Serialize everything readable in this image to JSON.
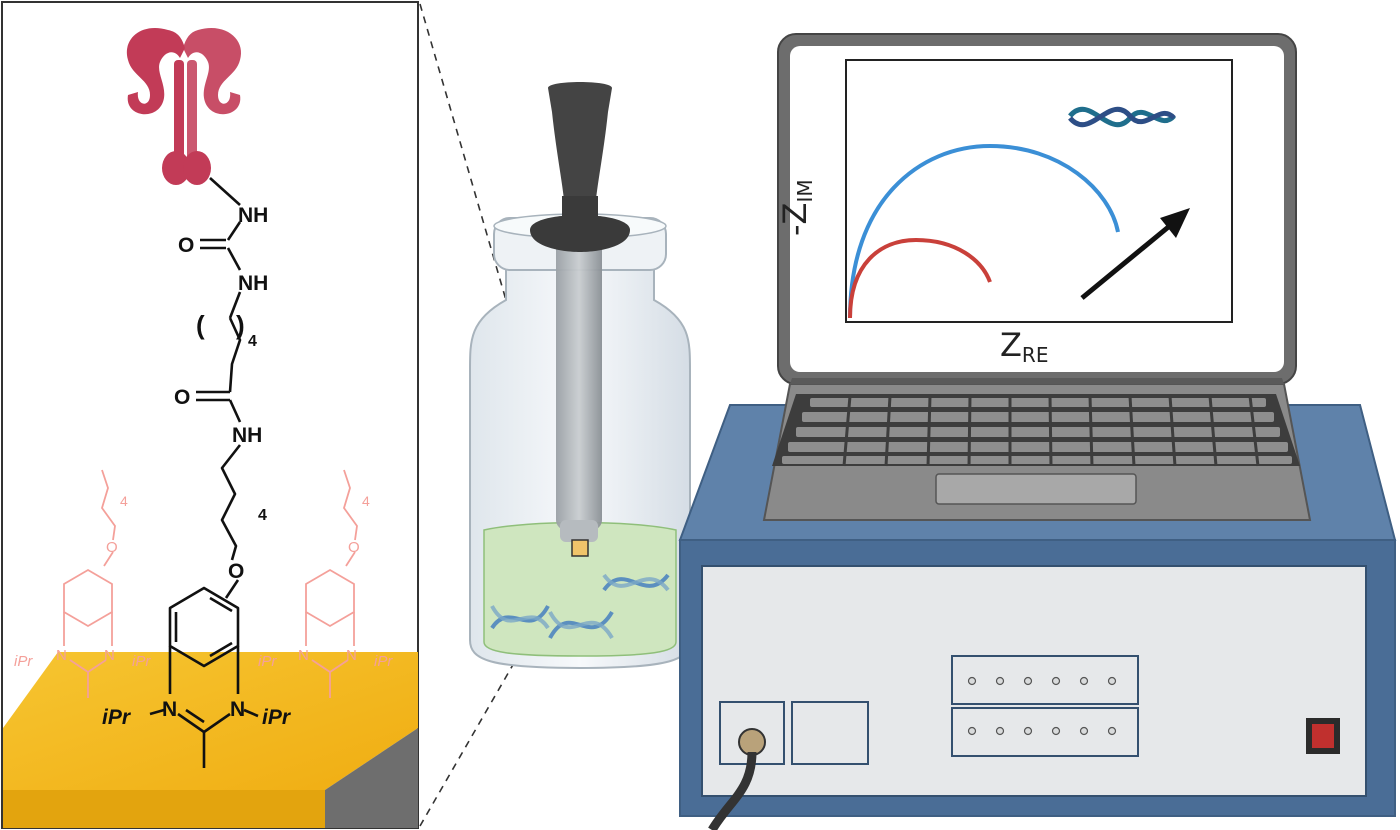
{
  "molecule": {
    "nh_top": "NH",
    "o_urea": "O",
    "nh_urea": "NH",
    "paren_open": "(",
    "paren_close": ")",
    "repeat_upper": "4",
    "o_amide": "O",
    "nh_amide": "NH",
    "repeat_lower": "4",
    "o_ether": "O",
    "n_left": "N",
    "n_right": "N",
    "ipr_left": "iPr",
    "ipr_right": "iPr"
  },
  "neighbor_left": {
    "repeat": "4",
    "o": "O",
    "n_left": "N",
    "n_right": "N",
    "ipr_left": "iPr",
    "ipr_right": "iPr"
  },
  "neighbor_right": {
    "repeat": "4",
    "o": "O",
    "n_left": "N",
    "n_right": "N",
    "ipr_left": "iPr",
    "ipr_right": "iPr"
  },
  "screen_plot": {
    "y_label_main": "-Z",
    "y_label_sub": "IM",
    "x_label_main": "Z",
    "x_label_sub": "RE"
  },
  "colors": {
    "gold": "#f2b51c",
    "antibody": "#c23b57",
    "blue_curve": "#3b8fd6",
    "red_curve": "#c9403a",
    "device": "#4a6d96",
    "switch": "#c0302e"
  }
}
